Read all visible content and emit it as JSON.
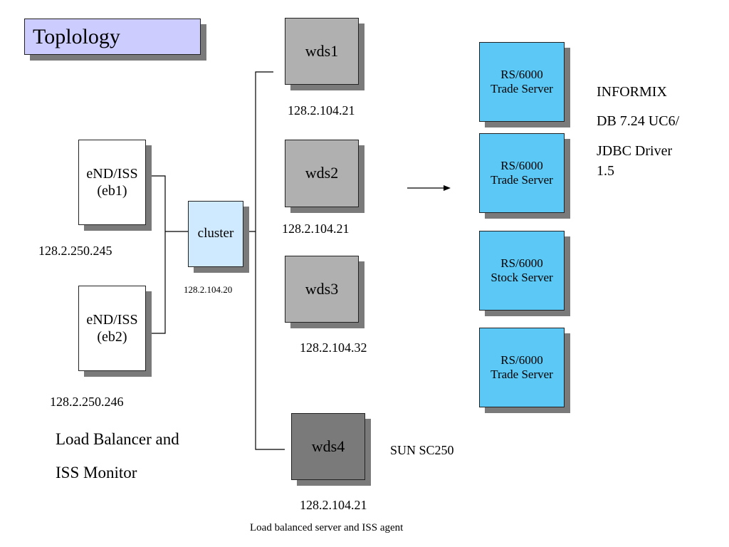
{
  "title": "Toplology",
  "wds": [
    {
      "label": "wds1",
      "ip": "128.2.104.21"
    },
    {
      "label": "wds2",
      "ip": "128.2.104.21"
    },
    {
      "label": "wds3",
      "ip": "128.2.104.32"
    },
    {
      "label": "wds4",
      "ip": "128.2.104.21",
      "note": "SUN SC250"
    }
  ],
  "end_iss": [
    {
      "label_line1": "eND/ISS",
      "label_line2": "(eb1)",
      "ip": "128.2.250.245"
    },
    {
      "label_line1": "eND/ISS",
      "label_line2": "(eb2)",
      "ip": "128.2.250.246"
    }
  ],
  "cluster": {
    "label": "cluster",
    "ip": "128.2.104.20"
  },
  "rs_servers": [
    {
      "line1": "RS/6000",
      "line2": "Trade Server"
    },
    {
      "line1": "RS/6000",
      "line2": "Trade Server"
    },
    {
      "line1": "RS/6000",
      "line2": "Stock Server"
    },
    {
      "line1": "RS/6000",
      "line2": "Trade Server"
    }
  ],
  "db_info": {
    "line1": "INFORMIX",
    "line2": "DB 7.24 UC6/",
    "line3": "JDBC Driver",
    "line4": "1.5"
  },
  "left_caption": {
    "line1": "Load Balancer and",
    "line2": "ISS Monitor"
  },
  "bottom_caption": "Load balanced server and ISS agent",
  "colors": {
    "title_bg": "#ccccff",
    "wds_bg": "#b0b0b0",
    "wds4_bg": "#7a7a7a",
    "cluster_bg": "#cfeaff",
    "rs_bg": "#5bc8f5",
    "shadow": "#7a7a7a"
  }
}
